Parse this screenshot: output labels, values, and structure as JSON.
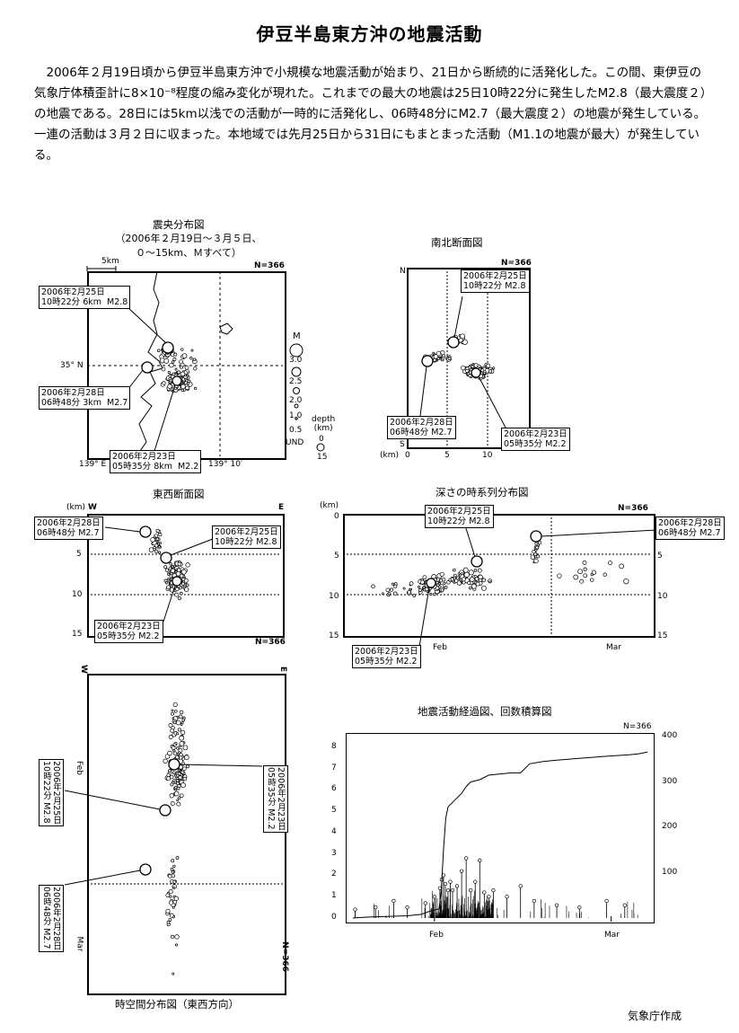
{
  "title": "伊豆半島東方沖の地震活動",
  "body_text": "2006年２月19日頃から伊豆半島東方沖で小規模な地震活動が始まり、21日から断続的に活発化した。この間、東伊豆の気象庁体積歪計に8×10⁻⁸程度の縮み変化が現れた。これまでの最大の地震は25日10時22分に発生したM2.8（最大震度２）の地震である。28日には5km以浅での活動が一時的に活発化し、06時48分にM2.7（最大震度２）の地震が発生している。一連の活動は３月２日に収まった。本地域では先月25日から31日にもまとまった活動（M1.1の地震が最大）が発生している。",
  "credit": "気象庁作成",
  "epicenter_map": {
    "title": "震央分布図",
    "subtitle": "（2006年２月19日～３月５日、\n０～15km、Ｍすべて）",
    "scale_label": "5km",
    "count": "N=366",
    "lat_label": "35° N",
    "lon_labels": [
      "139° E",
      "139° 10′"
    ],
    "callouts": [
      "2006年2月25日\n10時22分 6km  M2.8",
      "2006年2月28日\n06時48分 3km  M2.7",
      "2006年2月23日\n05時35分 8km  M2.2"
    ],
    "mag_legend": {
      "title": "M",
      "values": [
        "3.0",
        "2.5",
        "2.0",
        "1.0",
        "0.5"
      ]
    },
    "depth_legend": {
      "title": "depth\n(km)",
      "values": [
        "0",
        "15",
        "UND"
      ]
    }
  },
  "ns_section": {
    "title": "南北断面図",
    "count": "N=366",
    "axis_n": "N",
    "axis_s": "S",
    "unit": "(km)",
    "x_ticks": [
      "0",
      "5",
      "10"
    ],
    "callouts": [
      "2006年2月25日\n10時22分 M2.8",
      "2006年2月28日\n06時48分 M2.7",
      "2006年2月23日\n05時35分 M2.2"
    ]
  },
  "ew_section": {
    "title": "東西断面図",
    "count": "N=366",
    "axis_w": "W",
    "axis_e": "E",
    "unit": "(km)",
    "y_ticks": [
      "5",
      "10",
      "15"
    ],
    "callouts": [
      "2006年2月28日\n06時48分 M2.7",
      "2006年2月25日\n10時22分 M2.8",
      "2006年2月23日\n05時35分 M2.2"
    ]
  },
  "depth_time": {
    "title": "深さの時系列分布図",
    "count": "N=366",
    "unit": "(km)",
    "y_ticks": [
      "0",
      "5",
      "10",
      "15"
    ],
    "x_ticks": [
      "Feb",
      "Mar"
    ],
    "callouts": [
      "2006年2月25日\n10時22分 M2.8",
      "2006年2月28日\n06時48分 M2.7",
      "2006年2月23日\n05時35分 M2.2"
    ]
  },
  "spacetime": {
    "title": "時空間分布図（東西方向）",
    "axis_w": "W",
    "axis_e": "E",
    "count": "N=366",
    "t_ticks": [
      "Feb",
      "Mar"
    ],
    "callouts": [
      "2006年2月23日\n05時35分 M2.2",
      "2006年2月25日\n10時22分 M2.8",
      "2006年2月28日\n06時48分 M2.7"
    ]
  },
  "chart_data": [
    {
      "type": "line",
      "title": "地震活動経過図、回数積算図",
      "count": "N=366",
      "x_ticks": [
        "Feb",
        "Mar"
      ],
      "y_left_ticks": [
        "0",
        "1",
        "2",
        "3",
        "4",
        "5",
        "6",
        "7",
        "8"
      ],
      "y_right_ticks": [
        "100",
        "200",
        "300",
        "400"
      ],
      "ylim_left": [
        0,
        8.5
      ],
      "ylim_right": [
        0,
        400
      ],
      "series": [
        {
          "values_day_cum": [
            [
              0,
              0
            ],
            [
              3,
              2
            ],
            [
              9,
              4
            ],
            [
              12,
              5
            ],
            [
              15,
              8
            ],
            [
              17,
              15
            ],
            [
              19,
              20
            ],
            [
              19.5,
              60
            ],
            [
              20,
              150
            ],
            [
              20.5,
              220
            ],
            [
              21,
              245
            ],
            [
              22,
              255
            ],
            [
              23,
              265
            ],
            [
              24,
              275
            ],
            [
              25,
              290
            ],
            [
              26,
              300
            ],
            [
              28,
              305
            ],
            [
              30,
              315
            ],
            [
              33,
              318
            ],
            [
              35,
              320
            ],
            [
              37,
              320
            ],
            [
              38,
              330
            ],
            [
              39,
              340
            ],
            [
              42,
              345
            ],
            [
              45,
              348
            ],
            [
              50,
              352
            ],
            [
              55,
              356
            ],
            [
              61,
              360
            ],
            [
              63,
              362
            ],
            [
              65,
              366
            ]
          ]
        }
      ],
      "large_events": [
        [
          0.5,
          0.4
        ],
        [
          5,
          0.5
        ],
        [
          9,
          0.8
        ],
        [
          12,
          0.5
        ],
        [
          16,
          0.7
        ],
        [
          18,
          1.0
        ],
        [
          19.2,
          1.4
        ],
        [
          19.6,
          1.8
        ],
        [
          20,
          2.0
        ],
        [
          20.4,
          1.6
        ],
        [
          21,
          1.3
        ],
        [
          21.5,
          1.7
        ],
        [
          22,
          1.3
        ],
        [
          23,
          1.5
        ],
        [
          24,
          2.2
        ],
        [
          25,
          2.8
        ],
        [
          26,
          1.3
        ],
        [
          27,
          1.7
        ],
        [
          28,
          2.7
        ],
        [
          29,
          1.2
        ],
        [
          30,
          1.0
        ],
        [
          31,
          1.3
        ],
        [
          34,
          1.0
        ],
        [
          37,
          1.5
        ],
        [
          40,
          0.8
        ],
        [
          45,
          0.6
        ],
        [
          50,
          0.5
        ],
        [
          56,
          0.8
        ],
        [
          60,
          0.6
        ]
      ]
    }
  ]
}
